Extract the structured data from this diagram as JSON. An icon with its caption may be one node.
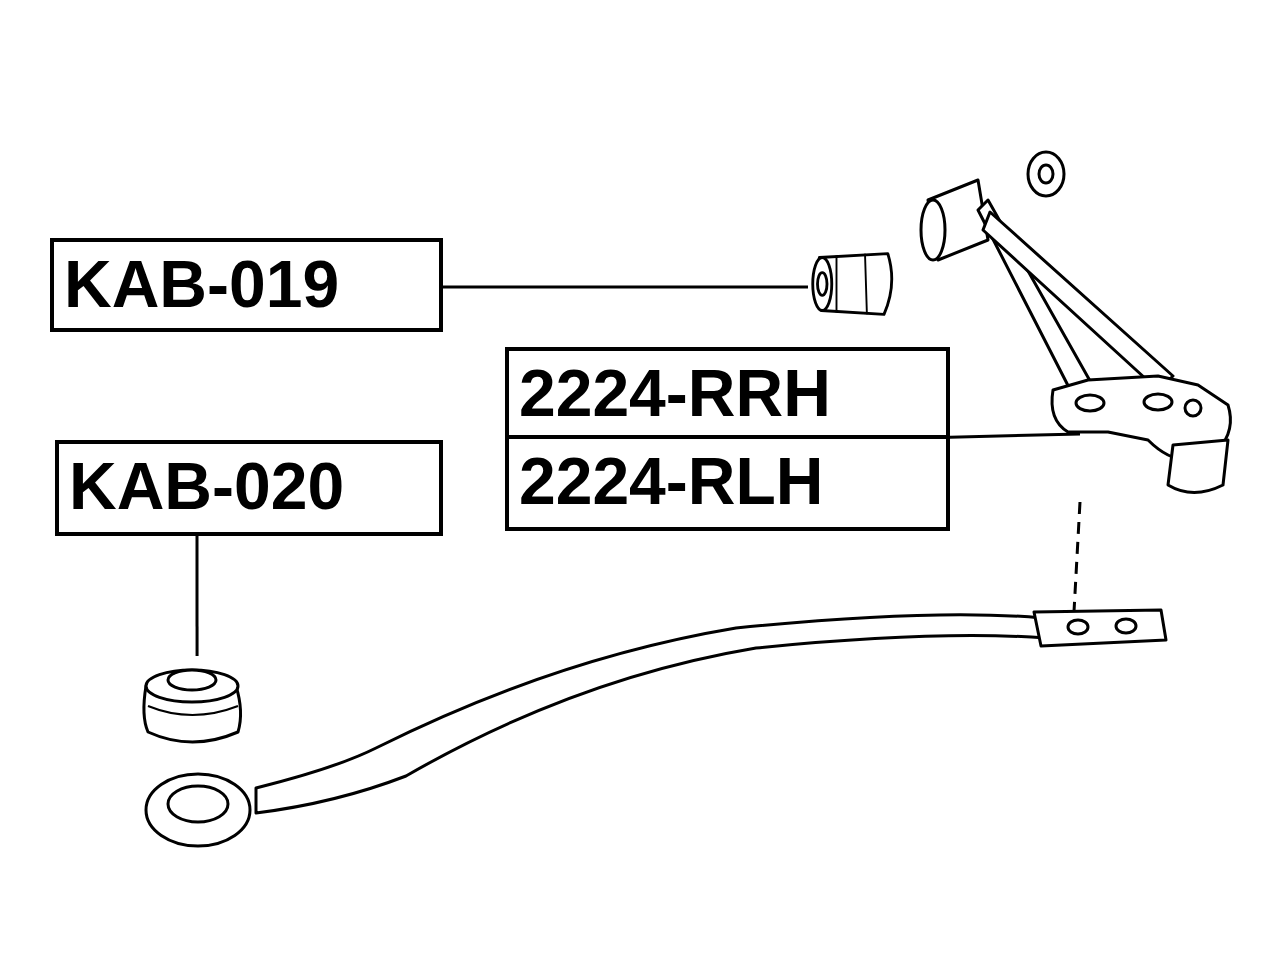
{
  "diagram": {
    "nodes": [
      {
        "text": [
          "KAB-019"
        ]
      },
      {
        "text": [],
        "shape": "picture"
      },
      {
        "text": [
          "KAB-020"
        ]
      },
      {
        "text": [],
        "shape": "picture"
      },
      {
        "text": [
          "2224-RRH",
          "2224-RLH"
        ]
      },
      {
        "text": [],
        "shape": "picture"
      },
      {
        "text": [],
        "shape": "picture"
      }
    ],
    "edges": [
      {
        "from": 0,
        "to": 1,
        "arrow": "none"
      },
      {
        "from": 2,
        "to": 3,
        "arrow": "none"
      },
      {
        "from": 4,
        "to": 5,
        "arrow": "none"
      },
      {
        "from": 5,
        "to": 6,
        "arrow": "none",
        "style": "dashed"
      }
    ]
  }
}
